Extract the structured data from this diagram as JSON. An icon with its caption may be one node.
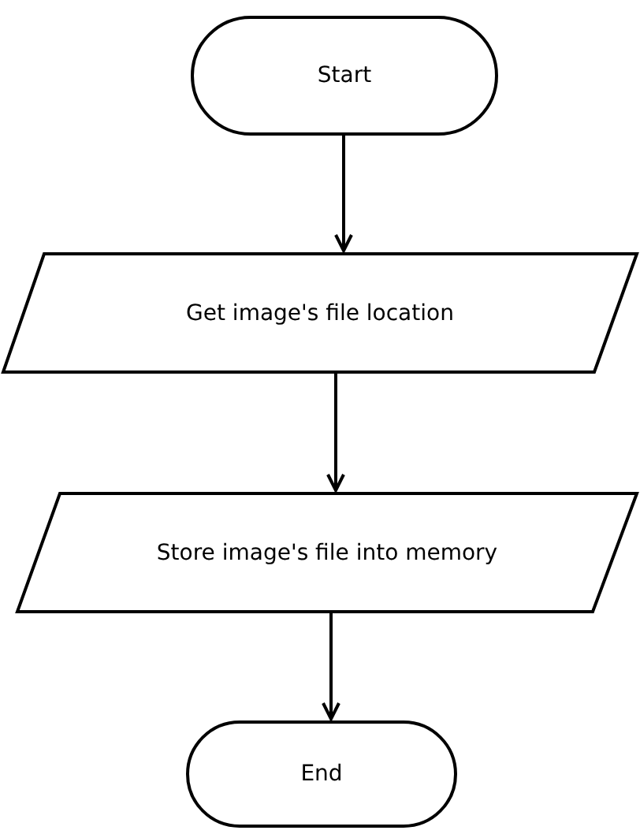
{
  "diagram": {
    "nodes": [
      {
        "text": [
          "Start"
        ]
      },
      {
        "text": [
          "Get image's file location"
        ]
      },
      {
        "text": [
          "Store image's file into memory"
        ]
      },
      {
        "text": [
          "End"
        ]
      }
    ],
    "edges": [
      {
        "from": 0,
        "to": 1,
        "arrow": "to"
      },
      {
        "from": 1,
        "to": 2,
        "arrow": "to"
      },
      {
        "from": 2,
        "to": 3,
        "arrow": "to"
      }
    ]
  }
}
